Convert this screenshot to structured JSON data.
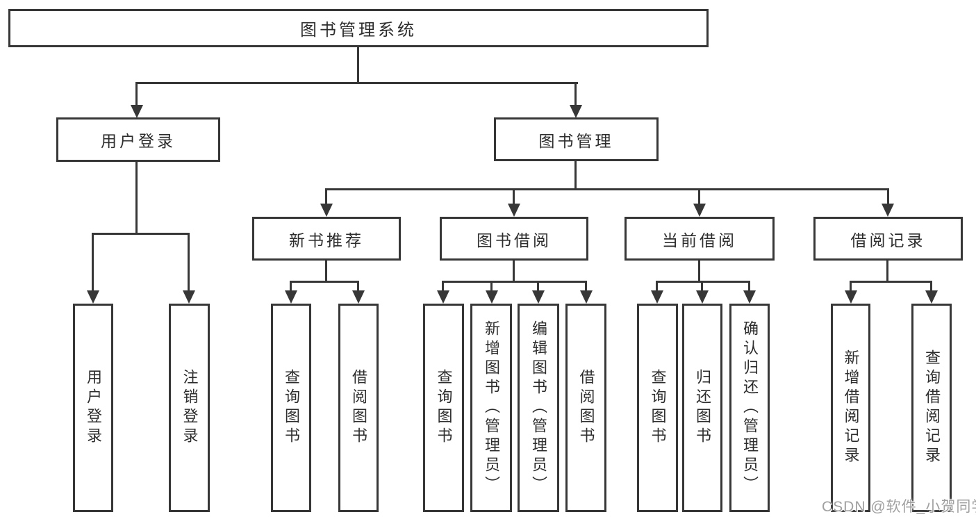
{
  "diagram": {
    "title": "图书管理系统",
    "level2": [
      {
        "label": "用户登录"
      },
      {
        "label": "图书管理"
      }
    ],
    "level3": [
      {
        "label": "新书推荐"
      },
      {
        "label": "图书借阅"
      },
      {
        "label": "当前借阅"
      },
      {
        "label": "借阅记录"
      }
    ],
    "leaves": [
      {
        "label": "用户登录"
      },
      {
        "label": "注销登录"
      },
      {
        "label": "查询图书"
      },
      {
        "label": "借阅图书"
      },
      {
        "label": "查询图书"
      },
      {
        "label": "新增图书（管理员）"
      },
      {
        "label": "编辑图书（管理员）"
      },
      {
        "label": "借阅图书"
      },
      {
        "label": "查询图书"
      },
      {
        "label": "归还图书"
      },
      {
        "label": "确认归还（管理员）"
      },
      {
        "label": "新增借阅记录"
      },
      {
        "label": "查询借阅记录"
      }
    ],
    "watermark": "CSDN @软件_小贺同学",
    "colors": {
      "line": "#373737",
      "text": "#2d2d2d",
      "watermark": "#a0a0a0",
      "background": "#ffffff"
    }
  }
}
